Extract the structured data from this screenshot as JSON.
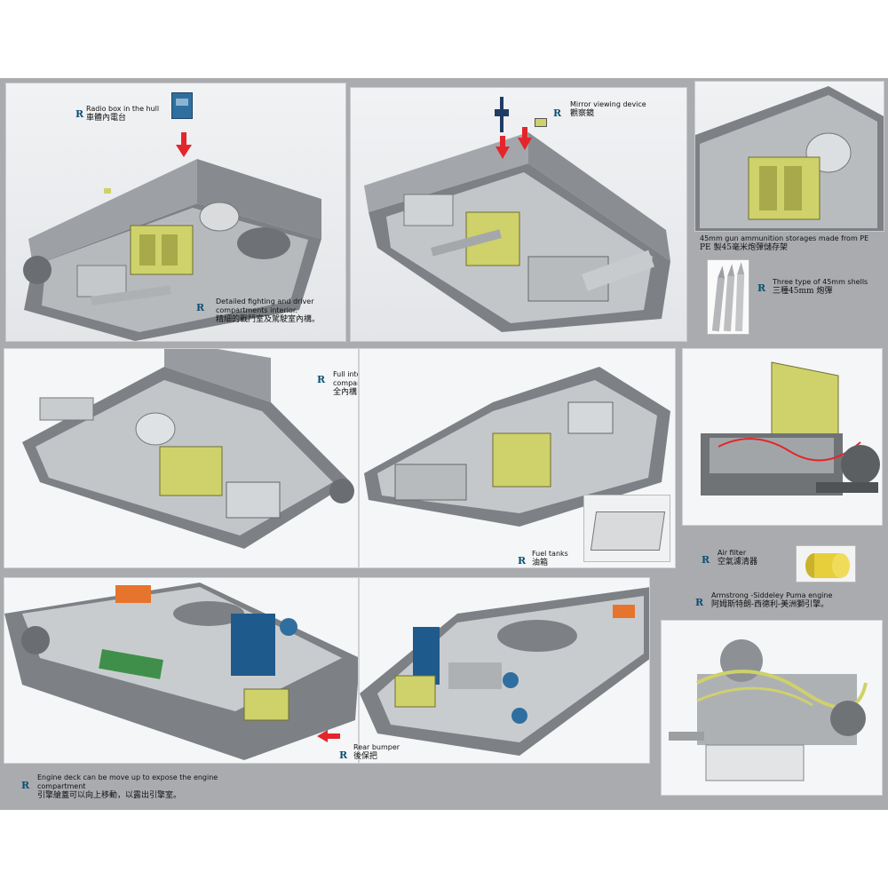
{
  "brand_mark": "R",
  "captions": {
    "radio_box": {
      "en": "Radio box in the hull",
      "zh": "車體內電台"
    },
    "mirror": {
      "en": "Mirror viewing device",
      "zh": "觀察鏡"
    },
    "ammo_storage": {
      "en": "45mm gun ammunition storages made from PE",
      "zh": "PE 製45毫米炮彈儲存架"
    },
    "shells": {
      "en": "Three type of 45mm shells",
      "zh": "三種45mm 炮彈"
    },
    "fighting_compartment": {
      "en": "Detailed fighting and driver compartments interior.",
      "zh": "精細的戰鬥室及駕駛室內構。"
    },
    "engine_compartment": {
      "en": "Full interior of engine compartment.",
      "zh": "全內構引擎室。"
    },
    "fuel_tanks": {
      "en": "Fuel tanks",
      "zh": "油箱"
    },
    "air_filter": {
      "en": "Air filter",
      "zh": "空氣濾清器"
    },
    "engine": {
      "en": "Armstrong -Siddeley Puma engine",
      "zh": "阿姆斯特朗-西德利-美洲獅引擎。"
    },
    "rear_bumper": {
      "en": "Rear bumper",
      "zh": "後保把"
    },
    "engine_deck": {
      "en": "Engine deck can be move up to expose the engine compartment",
      "zh": "引擎艙蓋可以向上移動，以露出引擎室。"
    }
  },
  "colors": {
    "band": "#a9abae",
    "hull": "#8f9396",
    "hull_dark": "#5d6164",
    "rack_yellow": "#cfd16a",
    "arrow_red": "#e3262c",
    "radio_blue": "#2f6f9f",
    "logo_blue": "#0d4f73",
    "orange": "#e7742c",
    "green": "#3f8f4a"
  },
  "icons": [
    "brand-r-icon",
    "down-arrow-icon",
    "left-arrow-icon"
  ]
}
